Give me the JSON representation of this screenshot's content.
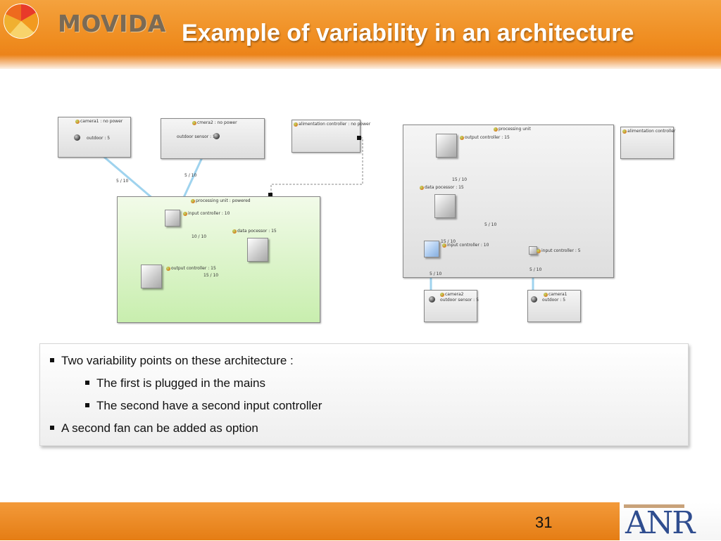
{
  "header": {
    "logo_text": "MOVIDA",
    "title": "Example of variability in an architecture"
  },
  "left_diagram": {
    "camera1": "camera1 : no power",
    "camera1_port": "outdoor : 5",
    "camera2": "cmera2 : no power",
    "camera2_port": "outdoor sensor : 5",
    "alimentation": "alimentation controller : no power",
    "processing": "processing unit : powered",
    "input_controller": "input controller : 10",
    "data_processor": "data pocessor : 15",
    "output_controller": "output controller : 15",
    "edge_cam1": "5 / 10",
    "edge_cam2": "5 / 10",
    "edge_input_data": "10 / 10",
    "edge_output": "15 / 10"
  },
  "right_diagram": {
    "processing": "processing unit",
    "alimentation": "alimentation controller",
    "output_controller": "output controller : 15",
    "edge_data_output": "15 / 10",
    "data_processor": "data pocessor : 15",
    "edge_input2_data": "5 / 10",
    "edge_input1_data": "15 / 10",
    "input_controller_1": "input controller : 10",
    "input_controller_2": "input controller : 5",
    "edge_cam2": "5 / 10",
    "edge_cam1": "5 / 10",
    "camera2": "camera2",
    "camera2_port": "outdoor sensor : 5",
    "camera1": "camera1",
    "camera1_port": "outdoor : 5"
  },
  "bullets": [
    "Two variability points on these architecture :",
    "The first is plugged in the mains",
    "The second have a second input controller",
    "A second fan can be added as option"
  ],
  "footer": {
    "page_number": "31",
    "logo": "ANR"
  },
  "colors": {
    "header": "#ef8c1f",
    "edge_blue": "#9fd3ee",
    "edge_green": "#b9e39a",
    "edge_orange": "#f4b36a",
    "green_box": "#c8eeae"
  }
}
